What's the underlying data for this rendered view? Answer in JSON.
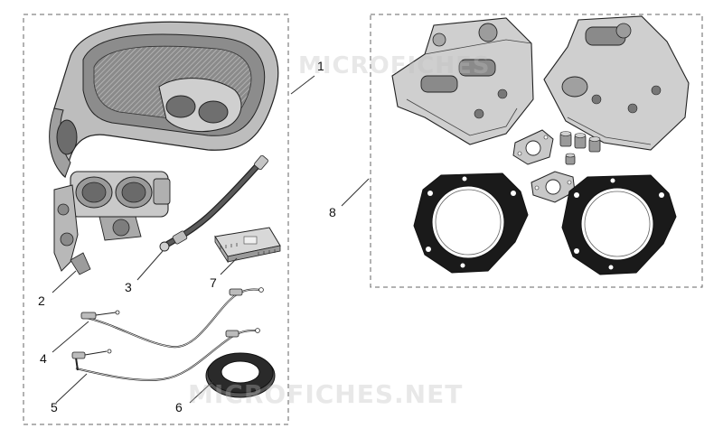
{
  "colors": {
    "box_border": "#666666",
    "part_fill_light": "#d9d9d9",
    "part_fill_mid": "#a8a8a8",
    "part_fill_dark": "#7a7a7a",
    "outline": "#222222",
    "gasket_black": "#1a1a1a",
    "watermark": "#cfcfcf"
  },
  "watermark": {
    "text_top": "MICROFICHES",
    "text_bottom": "MICROFICHES.NET"
  },
  "callouts": [
    {
      "label": "1",
      "part": "airbox-cover"
    },
    {
      "label": "2",
      "part": "throttle-body"
    },
    {
      "label": "3",
      "part": "fuel-hose"
    },
    {
      "label": "4",
      "part": "throttle-cable-open"
    },
    {
      "label": "5",
      "part": "throttle-cable-close"
    },
    {
      "label": "6",
      "part": "adhesive-foam-ring"
    },
    {
      "label": "7",
      "part": "ecu-module"
    },
    {
      "label": "8",
      "part": "cylinder-head-kit"
    }
  ]
}
